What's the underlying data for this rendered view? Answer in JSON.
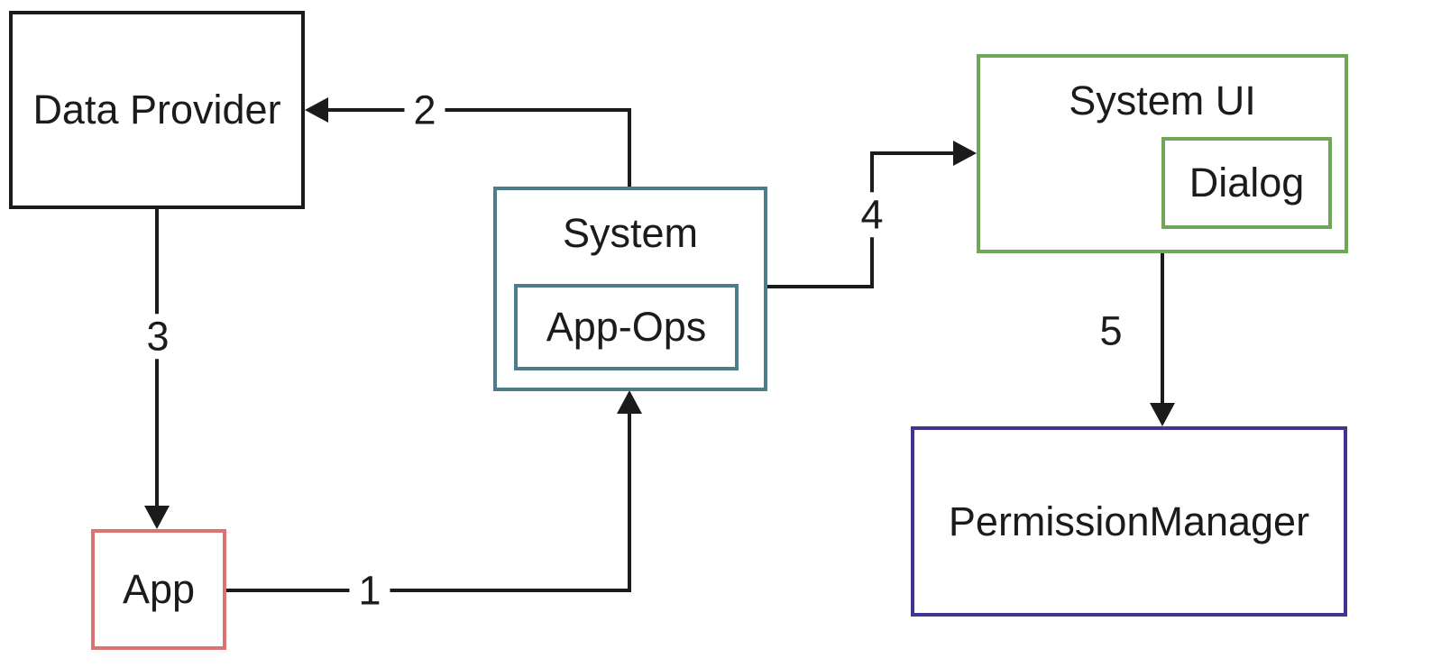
{
  "diagram": {
    "type": "flow-diagram",
    "background_color": "#ffffff",
    "line_color": "#1b1b1b",
    "text_color": "#1b1b1b",
    "nodes": {
      "data_provider": {
        "label": "Data Provider",
        "border_color": "#1b1b1b"
      },
      "system": {
        "label": "System",
        "border_color": "#4b7d8c"
      },
      "app_ops": {
        "label": "App-Ops",
        "border_color": "#4b7d8c",
        "parent": "system"
      },
      "system_ui": {
        "label": "System UI",
        "border_color": "#6fa757"
      },
      "dialog": {
        "label": "Dialog",
        "border_color": "#6fa757",
        "parent": "system_ui"
      },
      "app": {
        "label": "App",
        "border_color": "#dc7373"
      },
      "permission_manager": {
        "label": "PermissionManager",
        "border_color": "#3e3691"
      }
    },
    "arrows": [
      {
        "number": "1",
        "from": "app",
        "to": "system"
      },
      {
        "number": "2",
        "from": "system",
        "to": "data_provider"
      },
      {
        "number": "3",
        "from": "data_provider",
        "to": "app"
      },
      {
        "number": "4",
        "from": "system",
        "to": "system_ui"
      },
      {
        "number": "5",
        "from": "system_ui",
        "to": "permission_manager"
      }
    ]
  }
}
